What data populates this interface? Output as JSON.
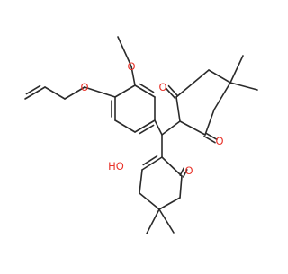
{
  "molecule": {
    "atom_labels": {
      "methoxy_o": "O",
      "allyloxy_o": "O",
      "dione_o_upper": "O",
      "dione_o_lower": "O",
      "enol_oh": "HO",
      "enone_o": "O"
    },
    "colors": {
      "bond": "#2b2b2b",
      "oxygen": "#e8332a",
      "background": "#ffffff"
    }
  }
}
